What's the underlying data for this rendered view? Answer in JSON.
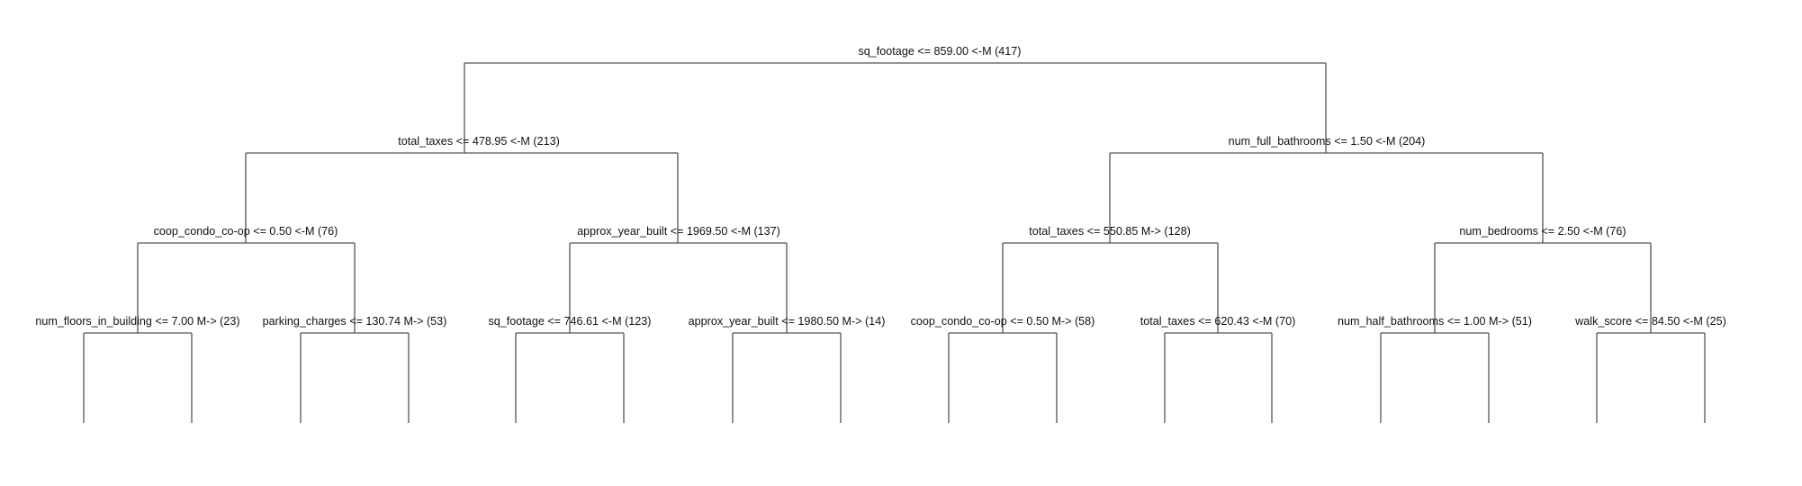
{
  "tree": {
    "nodes": [
      {
        "id": "n0",
        "label": "sq_footage <= 859.00 <-M (417)"
      },
      {
        "id": "n1",
        "label": "total_taxes <= 478.95 <-M (213)"
      },
      {
        "id": "n2",
        "label": "num_full_bathrooms <= 1.50 <-M (204)"
      },
      {
        "id": "n11",
        "label": "coop_condo_co-op <= 0.50 <-M (76)"
      },
      {
        "id": "n12",
        "label": "approx_year_built <= 1969.50 <-M (137)"
      },
      {
        "id": "n21",
        "label": "total_taxes <= 550.85 M-> (128)"
      },
      {
        "id": "n22",
        "label": "num_bedrooms <= 2.50 <-M (76)"
      },
      {
        "id": "n111",
        "label": "num_floors_in_building <= 7.00 M-> (23)"
      },
      {
        "id": "n112",
        "label": "parking_charges <= 130.74 M-> (53)"
      },
      {
        "id": "n121",
        "label": "sq_footage <= 746.61 <-M (123)"
      },
      {
        "id": "n122",
        "label": "approx_year_built <= 1980.50 M-> (14)"
      },
      {
        "id": "n211",
        "label": "coop_condo_co-op <= 0.50 M-> (58)"
      },
      {
        "id": "n212",
        "label": "total_taxes <= 620.43 <-M (70)"
      },
      {
        "id": "n221",
        "label": "num_half_bathrooms <= 1.00 M-> (51)"
      },
      {
        "id": "n222",
        "label": "walk_score <= 84.50 <-M (25)"
      }
    ]
  }
}
